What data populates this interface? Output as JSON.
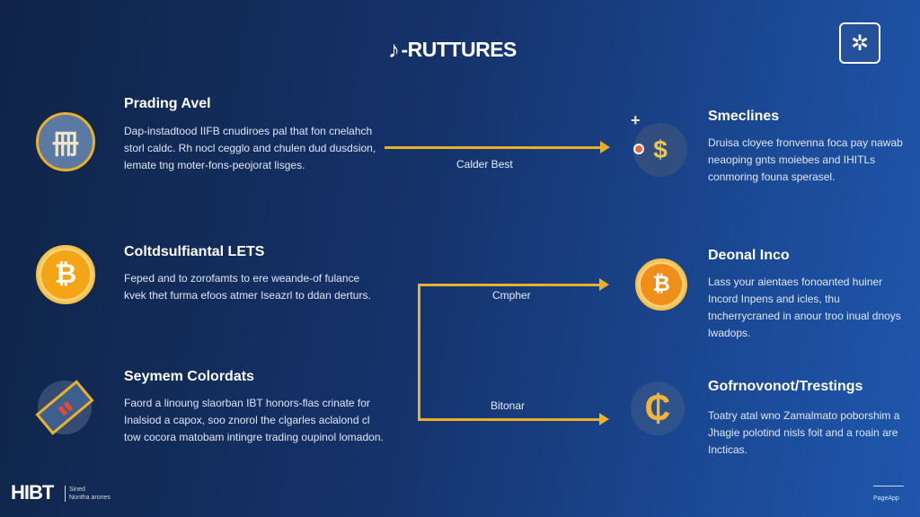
{
  "header": {
    "title": "-RUTTURES",
    "logo_icon": "music-note-icon"
  },
  "left_items": [
    {
      "title": "Prading Avel",
      "body": "Dap-instadtood IIFB cnudiroes pal that fon cnelahch storl caldc. Rh nocl cegglo and chulen dud dusdsion, lemate tng moter-fons-peojorat lisges.",
      "icon": "emblem-coin-icon"
    },
    {
      "title": "Coltdsulfiantal LETS",
      "body": "Feped and to zorofamts to ere weande-of fulance kvek thet furma efoos atmer Iseazrl to ddan derturs.",
      "icon": "bitcoin-icon"
    },
    {
      "title": "Seymem Colordats",
      "body": "Faord a linoung slaorban IBT honors-flas crinate for Inalsiod a capox, soo znorol the clgarles aclalond cl tow cocora matobam intingre trading oupinol lomadon.",
      "icon": "ticket-icon"
    }
  ],
  "right_items": [
    {
      "title": "Smeclines",
      "body": "Druisa cloyee fronvenna foca pay nawab neaoping gnts moiebes and IHITLs conmoring founa sperasel.",
      "icon": "dollar-coin-icon"
    },
    {
      "title": "Deonal Inco",
      "body": "Lass your aientaes fonoanted huiner Incord Inpens and icles, thu tncherrycraned in anour troo inual dnoys lwadops.",
      "icon": "bitcoin-icon"
    },
    {
      "title": "Gofrnovonot/Trestings",
      "body": "Toatry atal wno Zamalmato poborshim a Jhagie polotind nisls foit and a roain are Incticas.",
      "icon": "microscope-coin-icon"
    }
  ],
  "connectors": {
    "top_label": "Calder Best",
    "mid_label": "Cmpher",
    "bottom_label": "Bitonar"
  },
  "footer": {
    "brand": "HIBT",
    "tagline_1": "Sined",
    "tagline_2": "Nontha arones",
    "page_label": "PageApp"
  },
  "colors": {
    "accent": "#e9b12a",
    "coin": "#f3a517",
    "bg_left": "#0f2447",
    "bg_right": "#1f57ad"
  }
}
